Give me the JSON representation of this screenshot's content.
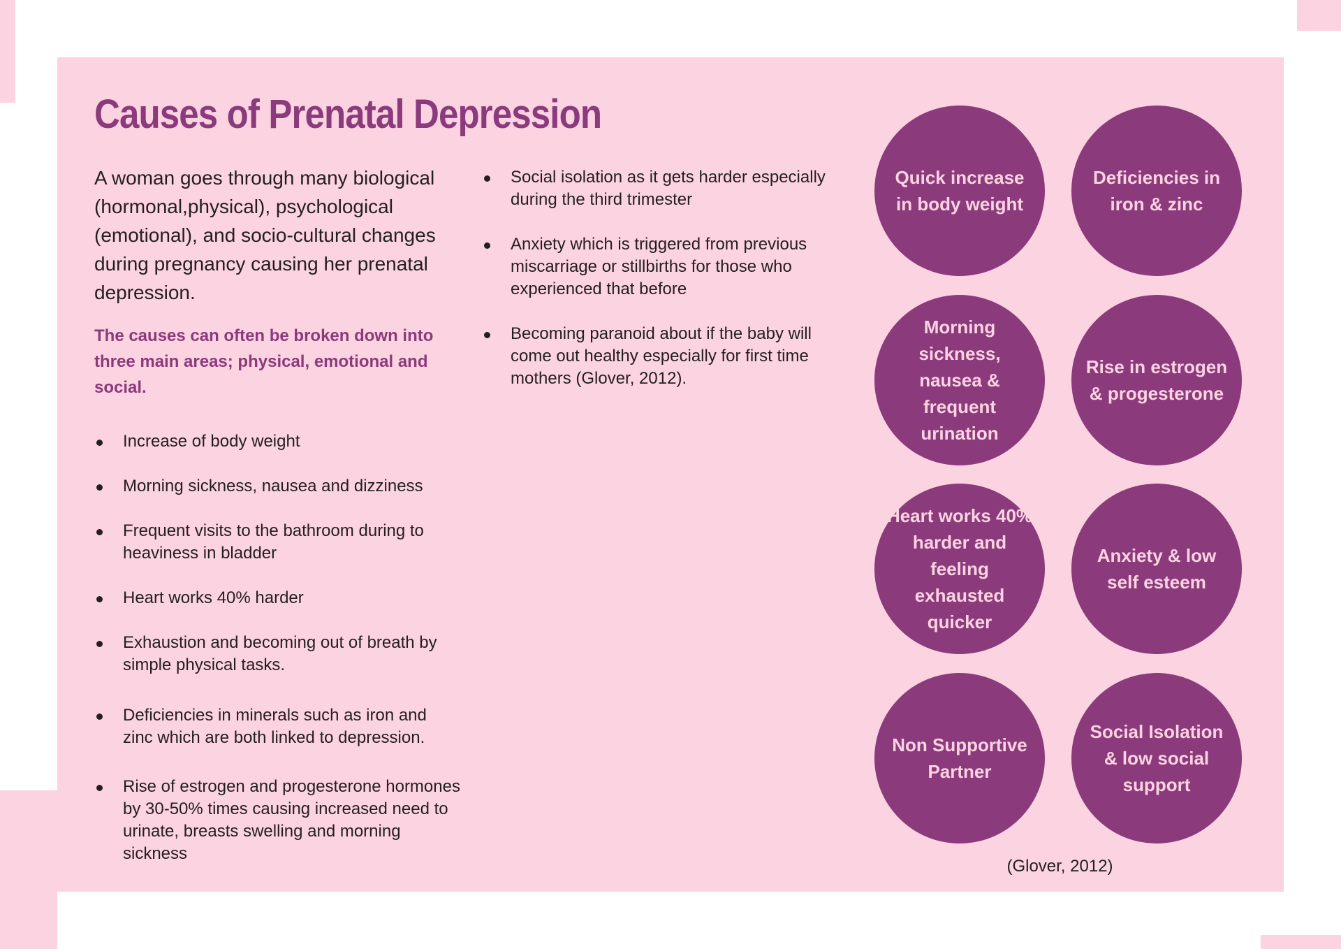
{
  "title": "Causes of Prenatal Depression",
  "intro": "A woman goes through many biological (hormonal,physical), psychological (emotional), and socio-cultural changes during pregnancy causing her prenatal depression.",
  "lead": "The causes can often be broken down into three main areas; physical, emotional and social.",
  "left_bullets": [
    "Increase of body weight",
    "Morning sickness, nausea and dizziness",
    "Frequent visits to the bathroom during to heaviness in bladder",
    "Heart works 40% harder",
    "Exhaustion and becoming out of breath by simple physical tasks.",
    "Deficiencies in minerals such as iron and zinc which are both linked to depression.",
    "Rise of estrogen and progesterone hormones by 30-50% times causing increased need to urinate, breasts swelling and morning sickness"
  ],
  "middle_bullets": [
    "Social isolation as it gets harder especially during the third trimester",
    "Anxiety which is triggered from previous miscarriage or stillbirths for those who experienced that before",
    "Becoming paranoid about if the baby will come out healthy especially for first time mothers (Glover, 2012)."
  ],
  "circles": [
    "Quick increase in body weight",
    "Deficiencies in iron & zinc",
    "Morning sickness, nausea & frequent urination",
    "Rise in estrogen & progesterone",
    "Heart works 40% harder and feeling exhausted quicker",
    "Anxiety & low self esteem",
    "Non Supportive Partner",
    "Social Isolation & low social support"
  ],
  "citation": "(Glover, 2012)",
  "colors": {
    "background_pink": "#fcd3e1",
    "accent_purple": "#8b3a7c",
    "body_text": "#231f20",
    "page": "#ffffff"
  }
}
